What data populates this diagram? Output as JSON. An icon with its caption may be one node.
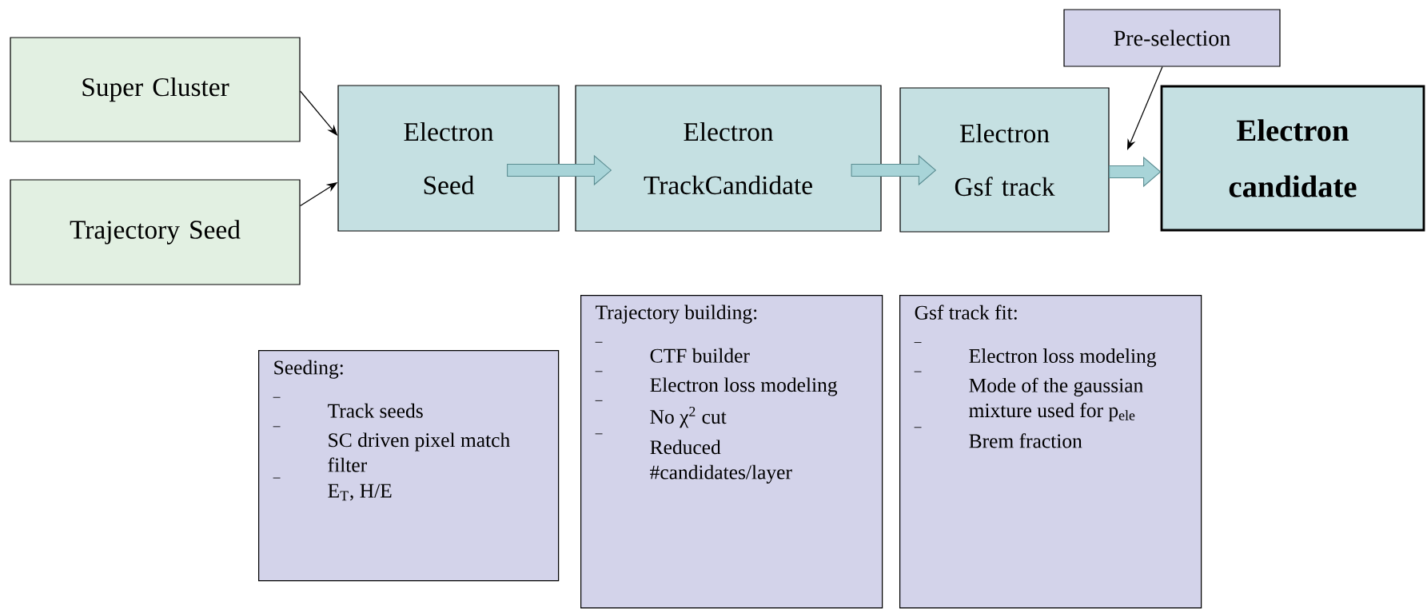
{
  "diagram": {
    "nodes": [
      {
        "text": [
          "Super Cluster"
        ]
      },
      {
        "text": [
          "Trajectory Seed"
        ]
      },
      {
        "text": [
          "Electron Seed"
        ]
      },
      {
        "text": [
          "Electron TrackCandidate"
        ]
      },
      {
        "text": [
          "Electron Gsf track"
        ]
      },
      {
        "text": [
          "Pre-selection"
        ]
      },
      {
        "text": [
          "Electron candidate"
        ]
      },
      {
        "text": [
          "Seeding:",
          "Track seeds",
          "SC driven pixel match filter",
          "E$_{T}$, H/E"
        ]
      },
      {
        "text": [
          "Trajectory building:",
          "CTF builder",
          "Electron loss modeling",
          "No χ$^{2}$ cut",
          "Reduced #candidates/layer"
        ]
      },
      {
        "text": [
          "Gsf track fit:",
          "Electron loss modeling",
          "Mode of the gaussian mixture used for p$_{ele}$",
          "Brem fraction"
        ]
      }
    ],
    "edges": [
      {
        "from": 0,
        "to": 2,
        "arrow": "to"
      },
      {
        "from": 1,
        "to": 2,
        "arrow": "to"
      },
      {
        "from": 2,
        "to": 3,
        "arrow": "to",
        "style": "thick"
      },
      {
        "from": 3,
        "to": 4,
        "arrow": "to",
        "style": "thick"
      },
      {
        "from": 4,
        "to": 6,
        "arrow": "to",
        "style": "thick"
      },
      {
        "from": 5,
        "to": null,
        "arrow": "to"
      }
    ]
  }
}
